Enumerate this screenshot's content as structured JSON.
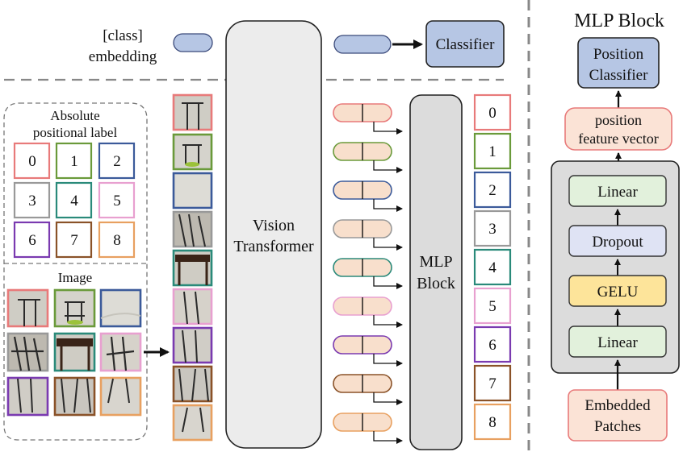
{
  "top": {
    "class_embedding_line1": "[class]",
    "class_embedding_line2": "embedding",
    "classifier": "Classifier"
  },
  "left_panel": {
    "positional_title_line1": "Absolute",
    "positional_title_line2": "positional label",
    "labels": [
      "0",
      "1",
      "2",
      "3",
      "4",
      "5",
      "6",
      "7",
      "8"
    ],
    "image_title": "Image"
  },
  "vision_transformer_line1": "Vision",
  "vision_transformer_line2": "Transformer",
  "mlp_block_line1": "MLP",
  "mlp_block_line2": "Block",
  "outputs": [
    "0",
    "1",
    "2",
    "3",
    "4",
    "5",
    "6",
    "7",
    "8"
  ],
  "mlp_detail": {
    "title": "MLP Block",
    "position_classifier_line1": "Position",
    "position_classifier_line2": "Classifier",
    "feature_vector_line1": "position",
    "feature_vector_line2": "feature vector",
    "layers": [
      "Linear",
      "Dropout",
      "GELU",
      "Linear"
    ],
    "embedded_line1": "Embedded",
    "embedded_line2": "Patches"
  },
  "colors": {
    "label_borders": [
      "#e87a7a",
      "#6a9a3a",
      "#3b5a9a",
      "#999999",
      "#2a8a7a",
      "#e8a0d0",
      "#7a3ab0",
      "#8a5228",
      "#e8a060"
    ],
    "token_fill": "#f8dfcc",
    "class_token_fill": "#b6c6e4",
    "classifier_fill": "#b6c6e4",
    "linear_fill": "#e2f1dc",
    "dropout_fill": "#dfe3f4",
    "gelu_fill": "#fde49a",
    "block_fill": "#dcdcdc"
  }
}
